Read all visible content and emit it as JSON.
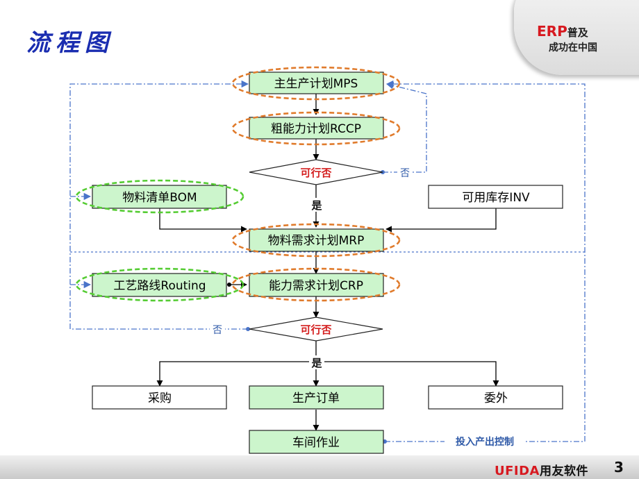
{
  "slide": {
    "title": "流程图",
    "brand_erp": "ERP",
    "brand_line1_rest": "普及",
    "brand_line2": "成功在中国",
    "footer_logo": "UFIDA",
    "footer_cn": "用友软件",
    "page_number": "3"
  },
  "diagram": {
    "nodes": {
      "mps": "主生产计划MPS",
      "rccp": "粗能力计划RCCP",
      "decision1": "可行否",
      "bom": "物料清单BOM",
      "inv": "可用库存INV",
      "mrp": "物料需求计划MRP",
      "routing": "工艺路线Routing",
      "crp": "能力需求计划CRP",
      "decision2": "可行否",
      "purchase": "采购",
      "production_order": "生产订单",
      "outsourcing": "委外",
      "workshop": "车间作业"
    },
    "edge_labels": {
      "yes1": "是",
      "no1": "否",
      "yes2": "是",
      "no2": "否",
      "control": "投入产出控制"
    },
    "colors": {
      "green_fill": "#ccf5cc",
      "orange_ellipse": "#e07b2c",
      "green_ellipse": "#55cc33",
      "blue_dashed": "#4a74c9",
      "red_text": "#d41f1f"
    }
  }
}
